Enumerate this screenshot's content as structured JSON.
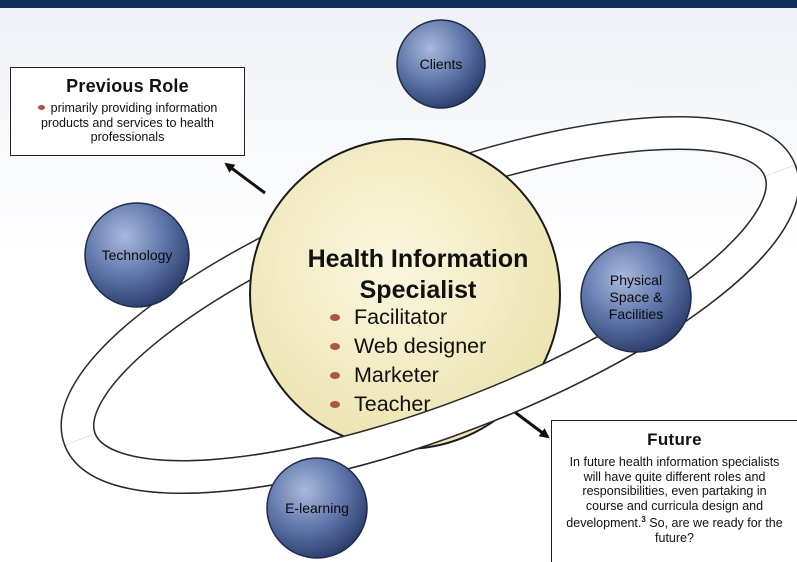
{
  "previous_role": {
    "title": "Previous Role",
    "text": "primarily providing information products and services to health professionals"
  },
  "future": {
    "title": "Future",
    "text_before_ref": "In future health information specialists will have quite different roles and responsibilities, even partaking in course and curricula design and development.",
    "ref": "3",
    "text_after_ref": " So, are we ready for the future?"
  },
  "center": {
    "title": "Health Information Specialist",
    "roles": [
      "Facilitator",
      "Web designer",
      "Marketer",
      "Teacher"
    ]
  },
  "spheres": {
    "clients": "Clients",
    "technology": "Technology",
    "physical": "Physical\nSpace &\nFacilities",
    "elearning": "E-learning"
  },
  "colors": {
    "top_bar": "#0f2d5a",
    "sphere_blue": "#5d73a6",
    "center_cream": "#f7f1cc",
    "bullet": "#b0553e"
  }
}
